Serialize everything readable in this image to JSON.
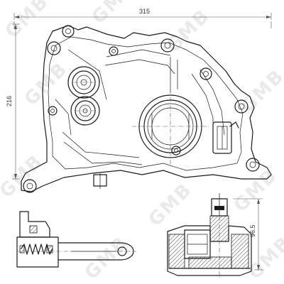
{
  "dimensions": {
    "width_label": "315",
    "height_label": "216",
    "section_height_label": "96.5"
  },
  "watermark": {
    "text": "GMB"
  },
  "colors": {
    "line": "#1a1a1a",
    "dimension": "#555555",
    "watermark": "#d9d9d9"
  }
}
